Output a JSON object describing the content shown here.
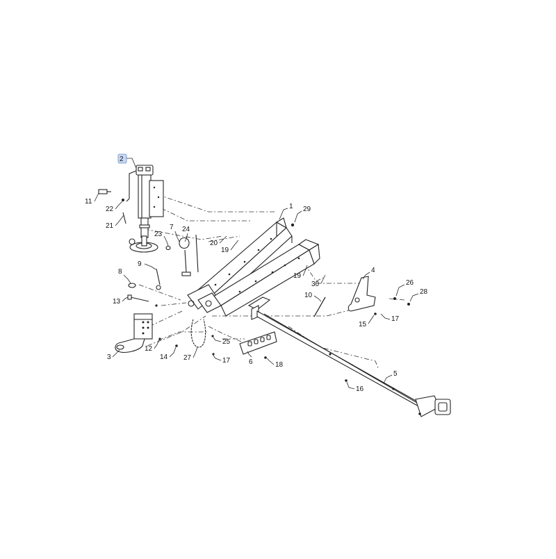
{
  "diagram": {
    "highlight_color": "#c9d8f2",
    "line_color": "#222222",
    "callouts": [
      {
        "id": "c2",
        "label": "2",
        "highlighted": true
      },
      {
        "id": "c11",
        "label": "11"
      },
      {
        "id": "c22",
        "label": "22"
      },
      {
        "id": "c21",
        "label": "21"
      },
      {
        "id": "c7",
        "label": "7"
      },
      {
        "id": "c24",
        "label": "24"
      },
      {
        "id": "c23",
        "label": "23"
      },
      {
        "id": "c20",
        "label": "20"
      },
      {
        "id": "c19a",
        "label": "19"
      },
      {
        "id": "c1",
        "label": "1"
      },
      {
        "id": "c29",
        "label": "29"
      },
      {
        "id": "c9",
        "label": "9"
      },
      {
        "id": "c8",
        "label": "8"
      },
      {
        "id": "c13",
        "label": "13"
      },
      {
        "id": "c19b",
        "label": "19"
      },
      {
        "id": "c30",
        "label": "30"
      },
      {
        "id": "c4",
        "label": "4"
      },
      {
        "id": "c26",
        "label": "26"
      },
      {
        "id": "c28",
        "label": "28"
      },
      {
        "id": "c10",
        "label": "10"
      },
      {
        "id": "c15",
        "label": "15"
      },
      {
        "id": "c17a",
        "label": "17"
      },
      {
        "id": "c3",
        "label": "3"
      },
      {
        "id": "c12",
        "label": "12"
      },
      {
        "id": "c14",
        "label": "14"
      },
      {
        "id": "c27",
        "label": "27"
      },
      {
        "id": "c25",
        "label": "25"
      },
      {
        "id": "c17b",
        "label": "17"
      },
      {
        "id": "c6",
        "label": "6"
      },
      {
        "id": "c18",
        "label": "18"
      },
      {
        "id": "c5",
        "label": "5"
      },
      {
        "id": "c16",
        "label": "16"
      }
    ]
  }
}
